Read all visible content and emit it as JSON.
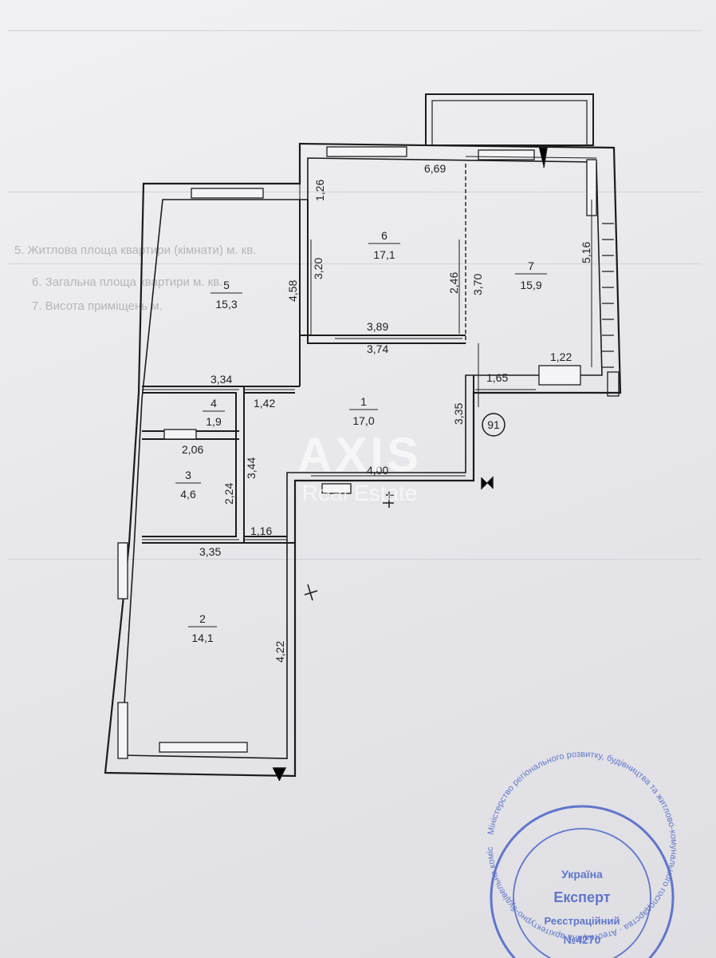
{
  "watermark": {
    "brand": "AXIS",
    "subtitle": "Real Estate"
  },
  "stamp": {
    "country": "Україна",
    "title": "Експерт",
    "registry": "Реєстраційний",
    "number": "№4270",
    "ring_text": "Міністерство регіонального розвитку, будівництва та житлово-комунального господарства · Атестаційна архітектурно-будівельна комісія"
  },
  "apartment_tag": "91",
  "rooms": [
    {
      "number": "1",
      "area": "17,0"
    },
    {
      "number": "2",
      "area": "14,1"
    },
    {
      "number": "3",
      "area": "4,6"
    },
    {
      "number": "4",
      "area": "1,9"
    },
    {
      "number": "5",
      "area": "15,3"
    },
    {
      "number": "6",
      "area": "17,1"
    },
    {
      "number": "7",
      "area": "15,9"
    }
  ],
  "dimensions": {
    "d_669": "6,69",
    "d_126": "1,26",
    "d_320": "3,20",
    "d_458": "4,58",
    "d_246": "2,46",
    "d_370": "3,70",
    "d_516": "5,16",
    "d_389": "3,89",
    "d_374": "3,74",
    "d_122": "1,22",
    "d_165": "1,65",
    "d_334": "3,34",
    "d_142": "1,42",
    "d_335a": "3,35",
    "d_206": "2,06",
    "d_344": "3,44",
    "d_224": "2,24",
    "d_400": "4,00",
    "d_116": "1,16",
    "d_335b": "3,35",
    "d_422": "4,22"
  },
  "background_text": [
    "5. Житлова площа квартири (кімнати) м. кв.",
    "6. Загальна площа квартири м. кв.",
    "7. Висота приміщень м."
  ],
  "colors": {
    "line": "#1c1c1c",
    "paper": "#ececef",
    "stamp": "#3d58c4"
  }
}
